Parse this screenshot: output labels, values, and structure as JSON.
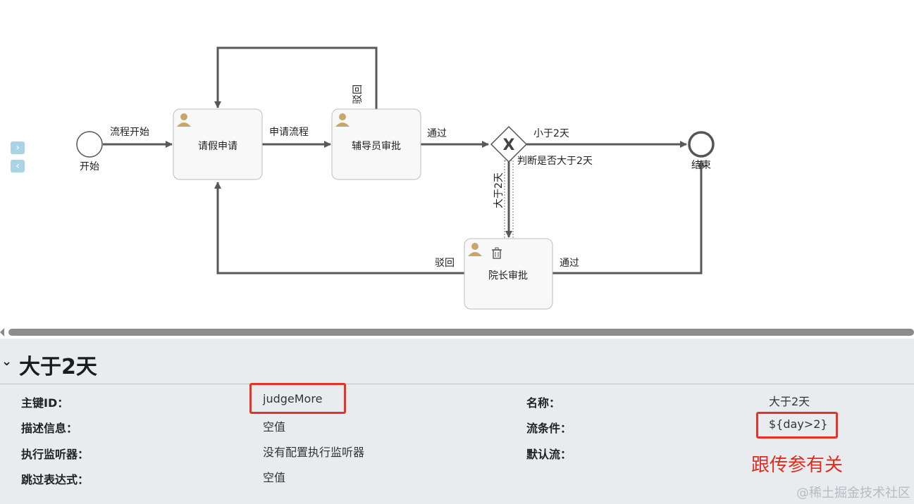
{
  "diagram": {
    "nodes": {
      "start": {
        "label": "开始"
      },
      "leave_request": {
        "label": "请假申请"
      },
      "counselor_review": {
        "label": "辅导员审批"
      },
      "gateway": {
        "label": "判断是否大于2天",
        "symbol": "X"
      },
      "end": {
        "label": "结束"
      },
      "dean_review": {
        "label": "院长审批"
      }
    },
    "edges": {
      "start_to_request": "流程开始",
      "request_to_counselor": "申请流程",
      "counselor_reject": "驳回",
      "counselor_pass": "通过",
      "less_than_2": "小于2天",
      "more_than_2": "大于2天",
      "dean_reject": "驳回",
      "dean_pass": "通过"
    },
    "colors": {
      "edge": "#585858",
      "task_fill": "#f8f8f8",
      "task_border": "#bdbdbd",
      "user_icon": "#c8a66a"
    }
  },
  "panel": {
    "title": "大于2天",
    "properties": {
      "id_label": "主键ID：",
      "id_value": "judgeMore",
      "name_label": "名称：",
      "name_value": "大于2天",
      "desc_label": "描述信息：",
      "desc_value": "空值",
      "condition_label": "流条件：",
      "condition_value": "${day>2}",
      "listener_label": "执行监听器：",
      "listener_value": "没有配置执行监听器",
      "default_flow_label": "默认流：",
      "skip_label": "跳过表达式：",
      "skip_value": "空值"
    }
  },
  "annotation": "跟传参有关",
  "watermark": "@稀土掘金技术社区",
  "colors": {
    "panel_bg": "#e8ecef",
    "highlight": "#e53326",
    "annotation": "#e02b20"
  }
}
